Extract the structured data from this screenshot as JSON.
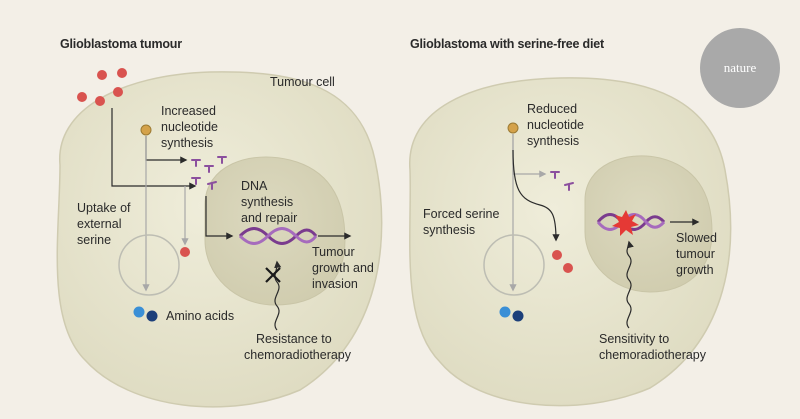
{
  "left_panel": {
    "title": "Glioblastoma tumour",
    "cell_label": "Tumour cell",
    "nucleotide_label": [
      "Increased",
      "nucleotide",
      "synthesis"
    ],
    "uptake_label": [
      "Uptake of",
      "external",
      "serine"
    ],
    "dna_label": [
      "DNA",
      "synthesis",
      "and repair"
    ],
    "outcome_label": [
      "Tumour",
      "growth and",
      "invasion"
    ],
    "amino_label": "Amino acids",
    "resistance_label": [
      "Resistance to",
      "chemoradiotherapy"
    ]
  },
  "right_panel": {
    "title": "Glioblastoma with serine-free diet",
    "nucleotide_label": [
      "Reduced",
      "nucleotide",
      "synthesis"
    ],
    "forced_label": [
      "Forced serine",
      "synthesis"
    ],
    "outcome_label": [
      "Slowed",
      "tumour",
      "growth"
    ],
    "sensitivity_label": [
      "Sensitivity to",
      "chemoradiotherapy"
    ]
  },
  "logo": "nature",
  "colors": {
    "background": "#f3efe7",
    "cell_fill": "#e8e5cf",
    "nucleus_fill": "#d9d6bb",
    "serine_red": "#d9534f",
    "nucleotide_purple": "#8b4f9e",
    "dna_purple": "#7a3b8e",
    "gold": "#d4a24a",
    "amino_blue_light": "#3a8fd6",
    "amino_blue_dark": "#1c3f7a",
    "damage_red": "#e53935"
  }
}
